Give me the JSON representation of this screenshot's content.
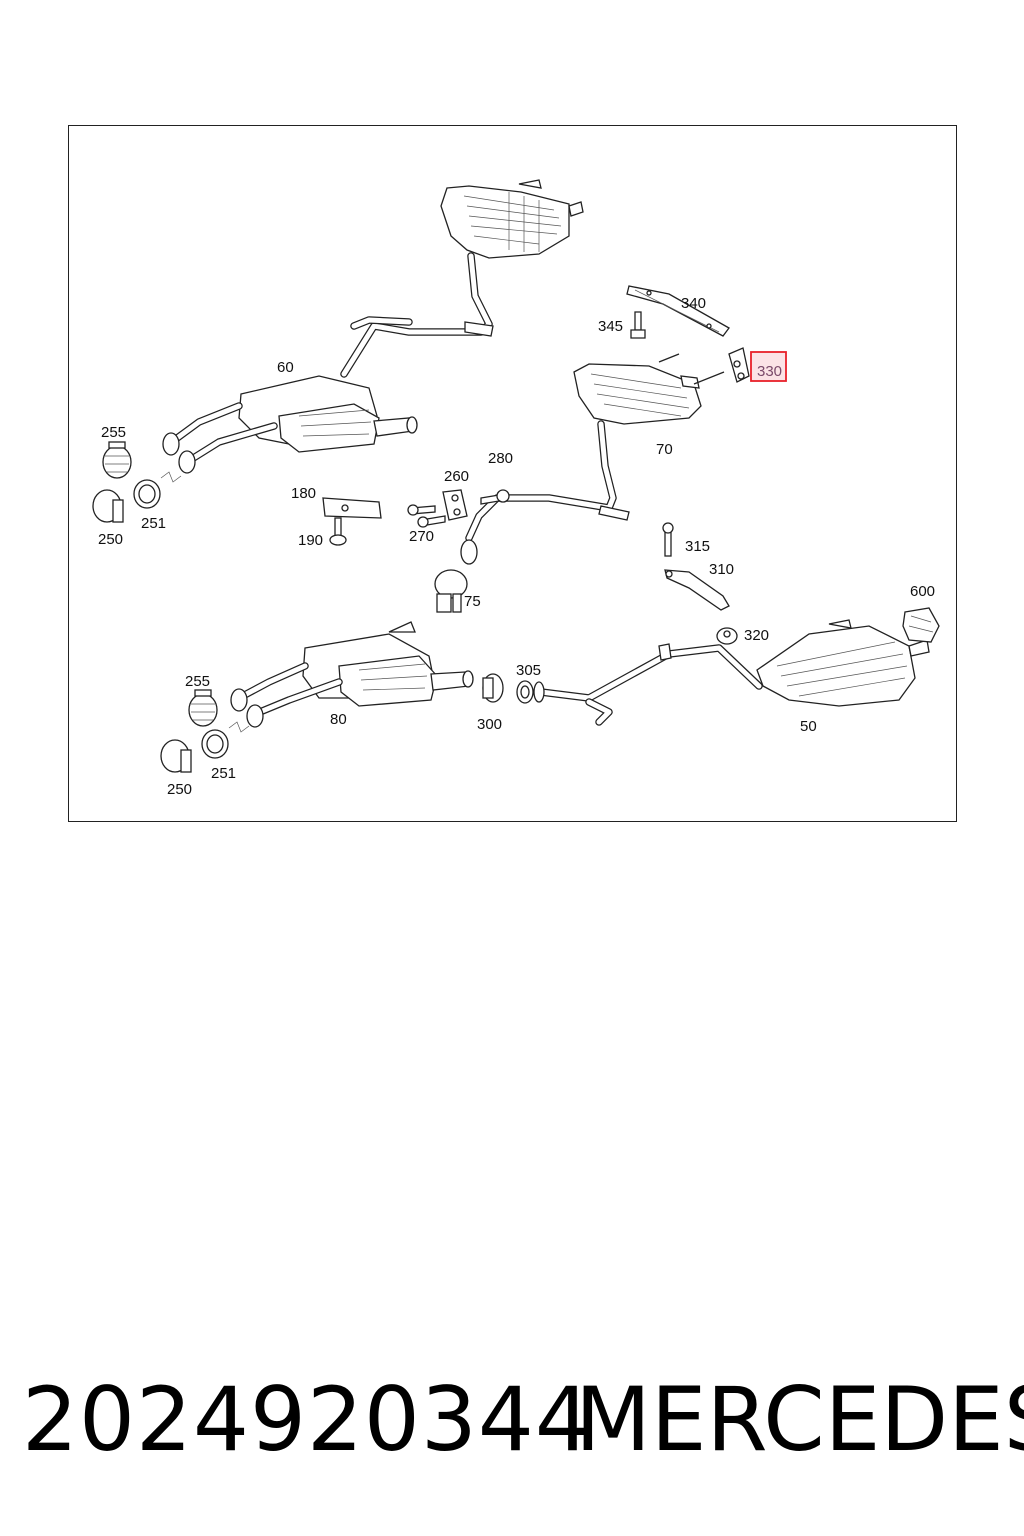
{
  "diagram": {
    "labels": {
      "p60": "60",
      "p70": "70",
      "p340": "340",
      "p345": "345",
      "p330": "330",
      "p255a": "255",
      "p251a": "251",
      "p250a": "250",
      "p180": "180",
      "p190": "190",
      "p260": "260",
      "p280": "280",
      "p270": "270",
      "p75": "75",
      "p315": "315",
      "p310": "310",
      "p320": "320",
      "p600": "600",
      "p255b": "255",
      "p80": "80",
      "p251b": "251",
      "p250b": "250",
      "p305": "305",
      "p300": "300",
      "p50": "50"
    },
    "highlighted_part": "330",
    "highlight_color": "#e8202a"
  },
  "footer": {
    "part_number": "2024920344",
    "brand": "MERCEDES"
  }
}
